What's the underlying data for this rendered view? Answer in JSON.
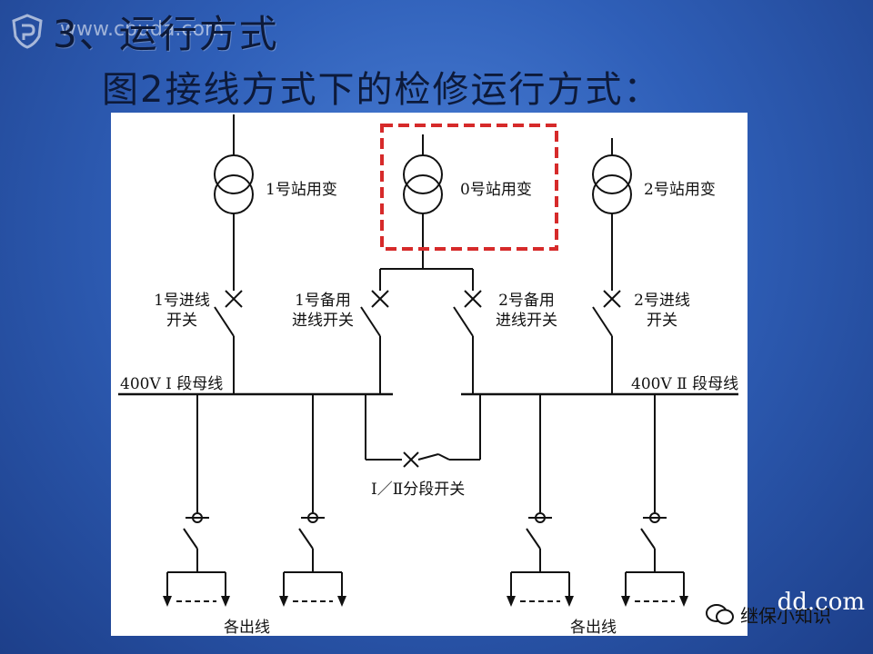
{
  "slide": {
    "title": "3、运行方式",
    "subtitle": "图2接线方式下的检修运行方式："
  },
  "watermark": {
    "top_text": "www.cpuda.com",
    "site": "dd.com",
    "channel": "继保小知识"
  },
  "diagram": {
    "transformers": [
      {
        "label": "1号站用变"
      },
      {
        "label": "0号站用变",
        "highlighted": true
      },
      {
        "label": "2号站用变"
      }
    ],
    "switches": [
      {
        "line1": "1号进线",
        "line2": "开关"
      },
      {
        "line1": "1号备用",
        "line2": "进线开关"
      },
      {
        "line1": "2号备用",
        "line2": "进线开关"
      },
      {
        "line1": "2号进线",
        "line2": "开关"
      }
    ],
    "buses": [
      {
        "label": "400V Ⅰ 段母线"
      },
      {
        "label": "400V Ⅱ 段母线"
      }
    ],
    "tie_switch": "Ⅰ／Ⅱ分段开关",
    "outgoing": [
      "各出线",
      "各出线"
    ]
  },
  "colors": {
    "highlight": "#d62a2a",
    "line": "#111111",
    "background": "#3a6cc6"
  }
}
